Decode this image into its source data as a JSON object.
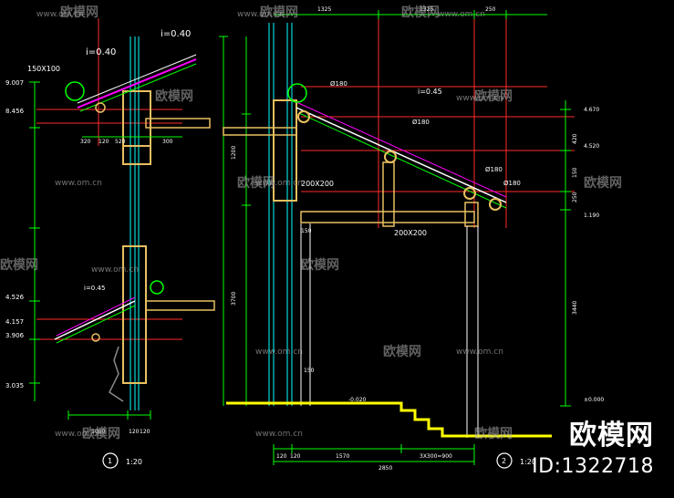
{
  "watermark": {
    "brand_text": "欧模网",
    "site_url": "www.om.cn",
    "id_label": "ID:1322718"
  },
  "left_detail": {
    "slope_top_a": "i=0.40",
    "slope_top_b": "i=0.40",
    "slope_lower": "i=0.45",
    "beam_label": "150X100",
    "elev_a": "9.007",
    "elev_b": "8.456",
    "elev_c": "4.526",
    "elev_d": "4.157",
    "elev_e": "3.906",
    "elev_f": "3.035",
    "dim_bottom_a": "1000",
    "dim_bottom_b": "120",
    "dim_bottom_c": "120",
    "dim_mid_a": "320",
    "dim_mid_b": "120",
    "dim_mid_c": "520",
    "dim_mid_d": "300",
    "scale_label": "1:20",
    "detail_no": "1"
  },
  "right_detail": {
    "slope": "i=0.45",
    "post_a": "Ø180",
    "post_b": "Ø180",
    "post_c": "Ø180",
    "post_d": "Ø180",
    "beam_a": "200X200",
    "beam_b": "200X200",
    "dim_top_a": "1325",
    "dim_top_b": "1325",
    "dim_top_c": "250",
    "elev_a": "4.670",
    "elev_b": "4.520",
    "elev_c": "1.190",
    "elev_d": "±0.000",
    "ground_level": "-0.020",
    "dim_bottom_a": "1570",
    "dim_bottom_b": "3X300=900",
    "dim_bottom_total": "2850",
    "dim_bottom_c": "120",
    "dim_bottom_d": "120",
    "dim_side_a": "3700",
    "dim_side_b": "1200",
    "dim_side_c": "3440",
    "dim_side_d": "420",
    "dim_side_e": "150",
    "dim_side_f": "250",
    "dim_left_a": "150",
    "dim_left_b": "150",
    "scale_label": "1:20",
    "detail_no": "2"
  },
  "colors": {
    "background": "#000000",
    "wall": "#e8c060",
    "green": "#00ff00",
    "red": "#ff2a2a",
    "cyan": "#00ffff",
    "yellow": "#ffff00",
    "magenta": "#ff00ff",
    "white": "#ffffff",
    "grey": "#8a8a8a"
  }
}
